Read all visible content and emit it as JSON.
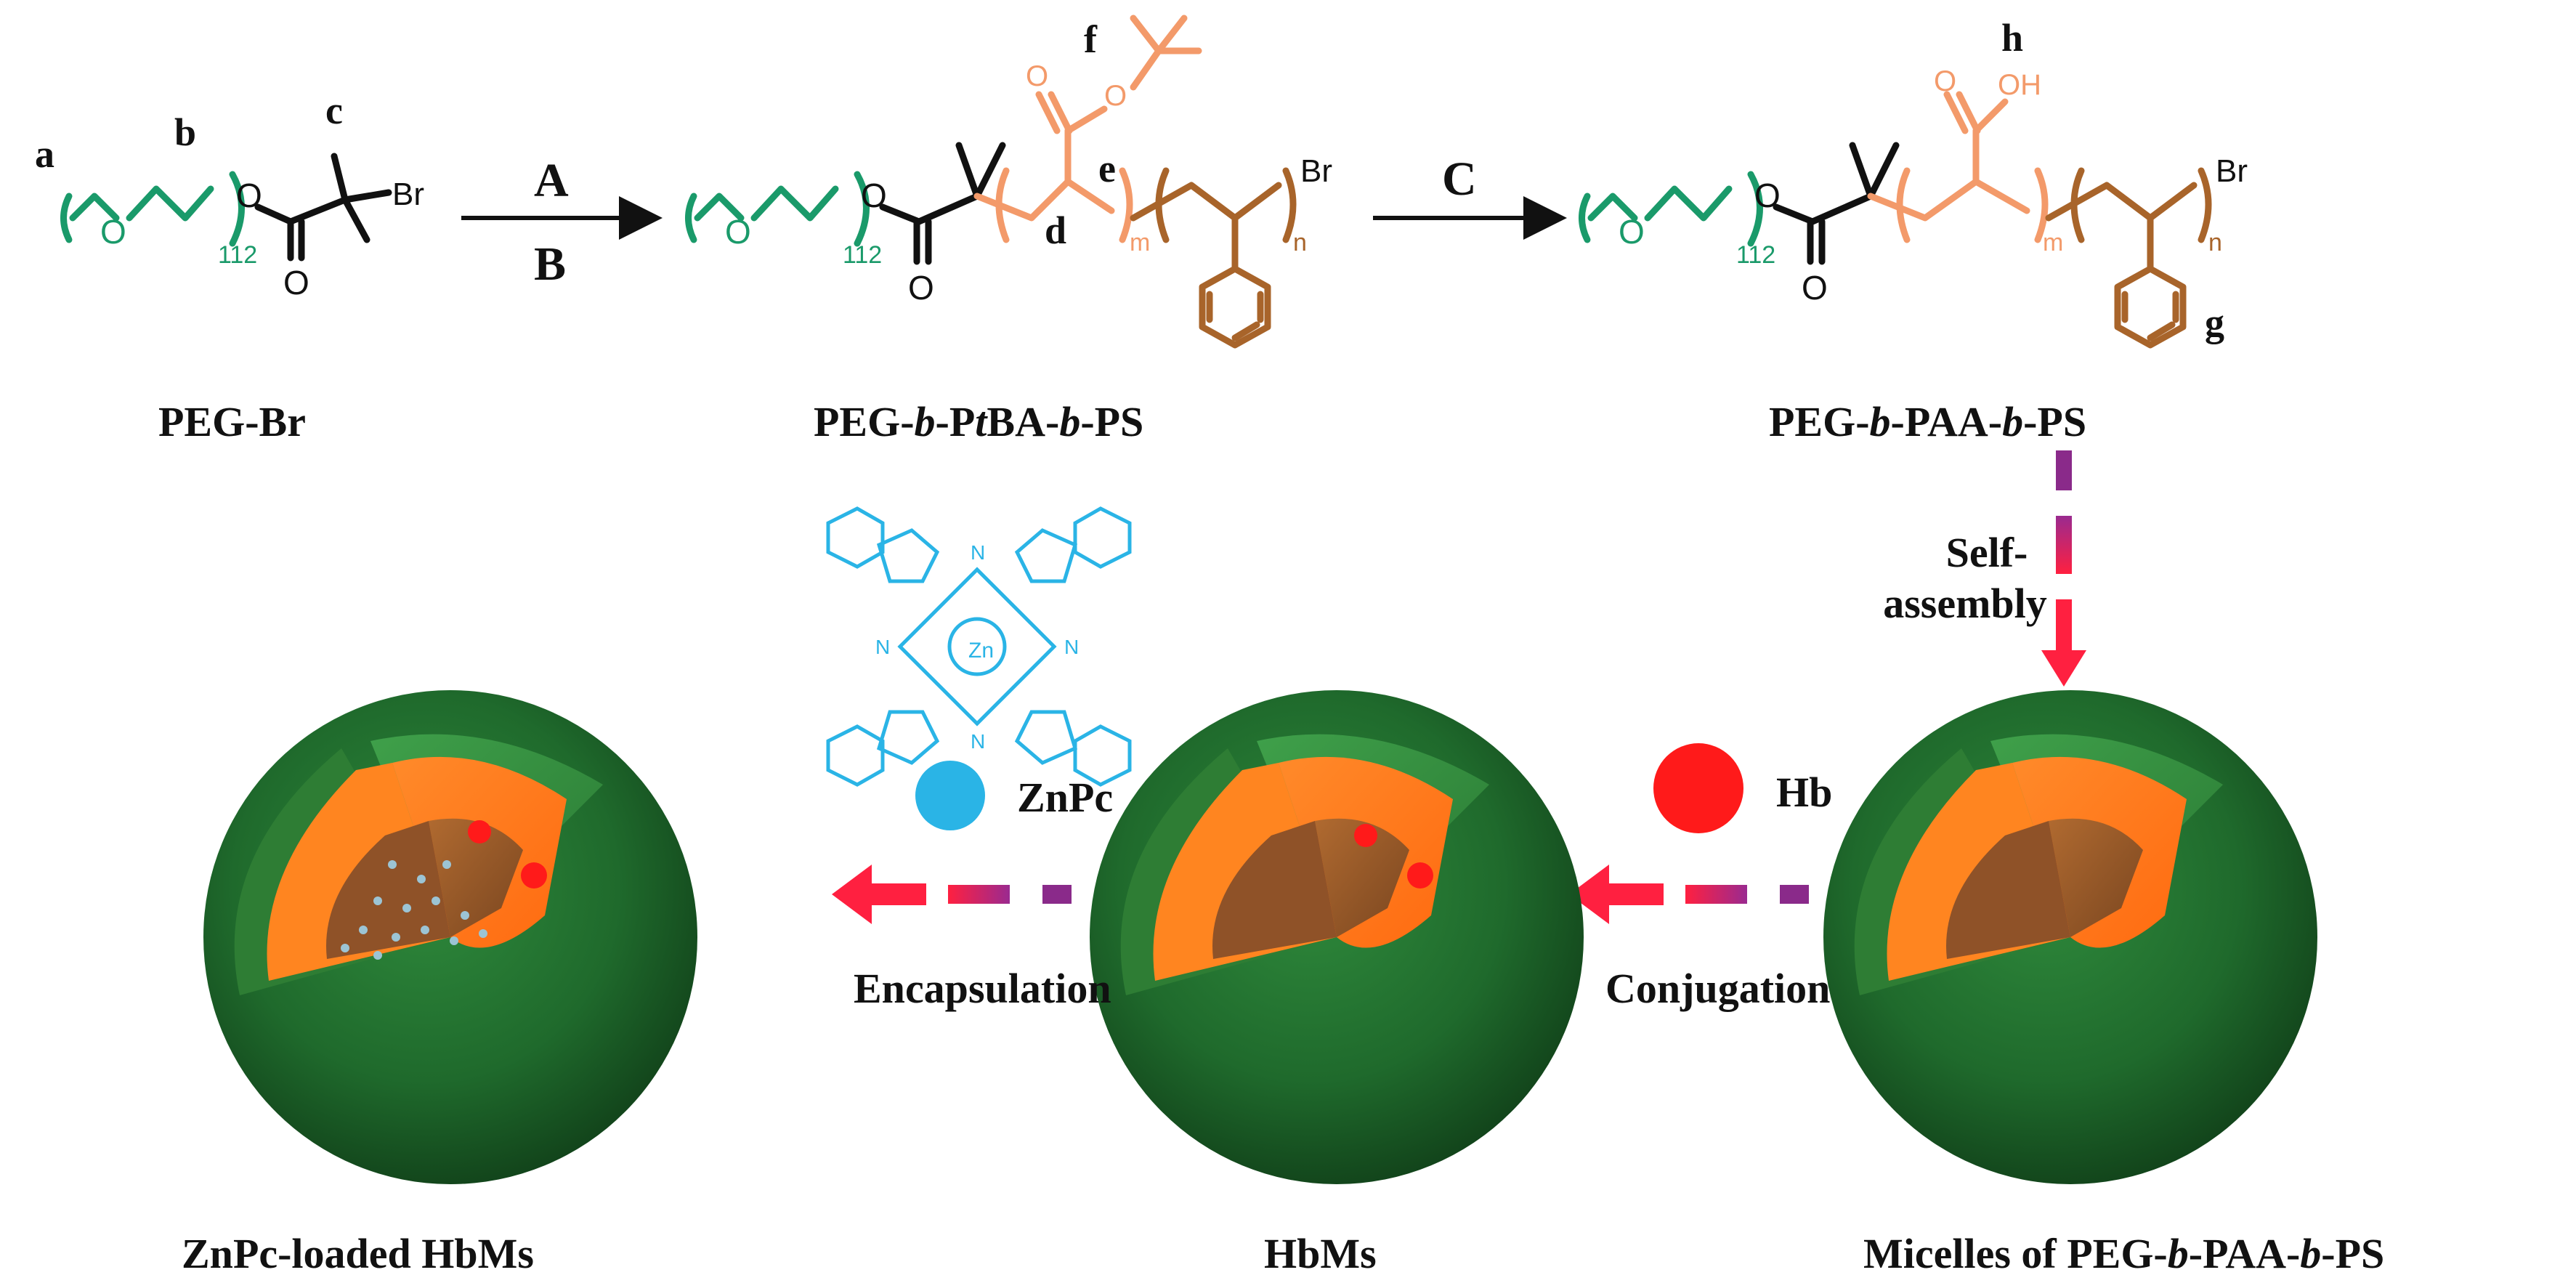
{
  "colors": {
    "peg": "#1a9a6a",
    "ptba": "#f39a6a",
    "ps": "#a8642a",
    "shell": "#1f5e2a",
    "core_mid": "#ff7a1a",
    "core_inner": "#9a5a2a",
    "hb": "#ff1a1a",
    "znpc": "#2ab4e6",
    "arrow_red": "#ff2040",
    "arrow_purple": "#8a2a8a"
  },
  "reaction": {
    "step_A": "A",
    "step_B": "B",
    "step_C": "C"
  },
  "compounds": {
    "peg_br": {
      "name": "PEG-Br",
      "label_a": "a",
      "label_b": "b",
      "label_c": "c",
      "repeat": "112",
      "atom_o": "O",
      "atom_br": "Br"
    },
    "peg_ptba_ps": {
      "name_parts": [
        "PEG-",
        "b",
        "-P",
        "t",
        "BA-",
        "b",
        "-PS"
      ],
      "label_d": "d",
      "label_e": "e",
      "label_f": "f",
      "repeat": "112",
      "sub_m": "m",
      "sub_n": "n",
      "atom_o": "O",
      "atom_br": "Br"
    },
    "peg_paa_ps": {
      "name_parts": [
        "PEG-",
        "b",
        "-PAA-",
        "b",
        "-PS"
      ],
      "label_g": "g",
      "label_h": "h",
      "repeat": "112",
      "sub_m": "m",
      "sub_n": "n",
      "atom_o": "O",
      "atom_oh": "OH",
      "atom_br": "Br"
    }
  },
  "assembly": {
    "self_assembly_line1": "Self-",
    "self_assembly_line2": "assembly",
    "conjugation": "Conjugation",
    "encapsulation": "Encapsulation",
    "hb_label": "Hb",
    "znpc_label": "ZnPc",
    "znpc_atoms": {
      "n": "N",
      "zn": "Zn"
    }
  },
  "micelles": {
    "plain_parts": [
      "Micelles of PEG-",
      "b",
      "-PAA-",
      "b",
      "-PS"
    ],
    "hbms": "HbMs",
    "loaded": "ZnPc-loaded HbMs"
  }
}
